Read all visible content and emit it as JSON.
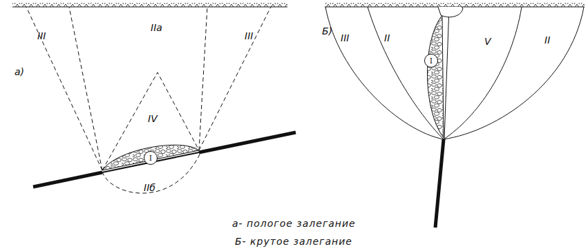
{
  "diagram": {
    "nodes": [
      {
        "text": [
          "I"
        ]
      },
      {
        "text": [
          "I"
        ]
      }
    ],
    "labels": [
      "а)",
      "III",
      "IIа",
      "III",
      "IV",
      "IIб",
      "Б)",
      "III",
      "II",
      "V",
      "II",
      "а- пологое залегание",
      "Б- крутое залегание"
    ]
  }
}
